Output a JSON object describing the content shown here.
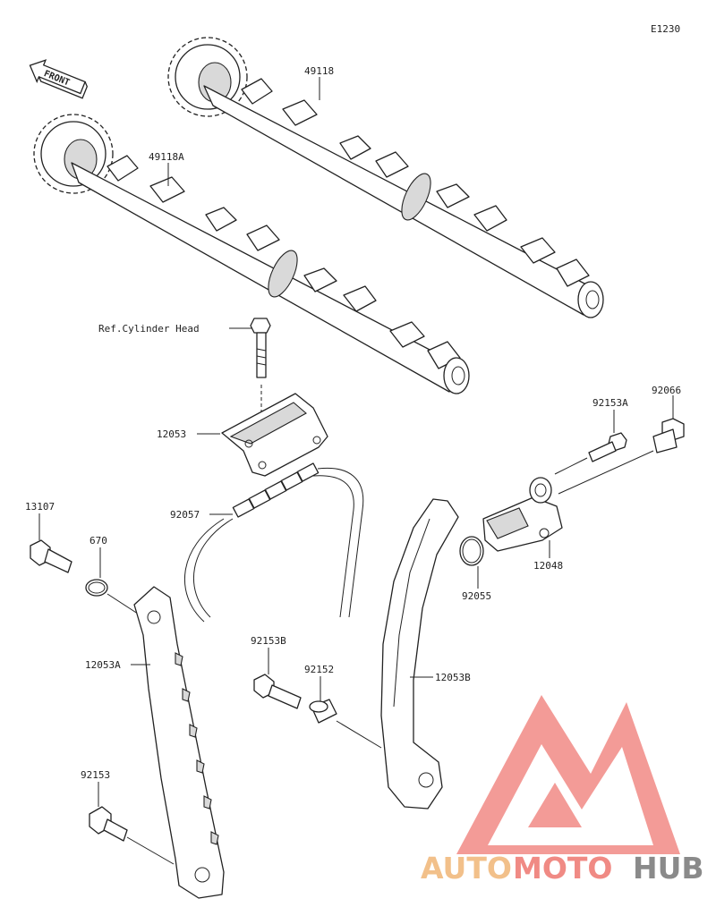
{
  "diagram_code": "E1230",
  "front_label": "FRONT",
  "reference_label": "Ref.Cylinder Head",
  "parts": {
    "camshaft_exhaust": "49118",
    "camshaft_intake": "49118A",
    "chain_guide_top": "12053",
    "cam_chain": "92057",
    "chain_guide_left": "12053A",
    "chain_guide_right": "12053B",
    "bolt_13107": "13107",
    "o_ring_670": "670",
    "bolt_92153": "92153",
    "bolt_92153a": "92153A",
    "bolt_92153b": "92153B",
    "collar_92152": "92152",
    "tensioner": "12048",
    "gasket_92055": "92055",
    "plug_92066": "92066"
  },
  "watermark": {
    "part1": "AUTO",
    "part2": "MOTO",
    "part3": "HUB",
    "colors": {
      "auto": "#f2c08a",
      "moto": "#f08a84",
      "hub": "#8a8a8a",
      "logo": "#f07d78"
    }
  }
}
